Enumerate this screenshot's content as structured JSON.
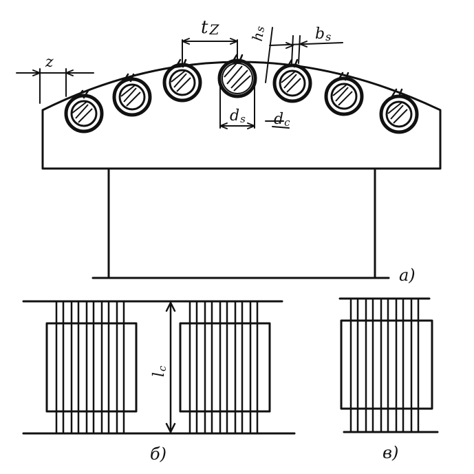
{
  "labels": {
    "z": "z",
    "tz": "t",
    "tz_sub": "Z",
    "hs": "h",
    "hs_sub": "s",
    "bs": "b",
    "bs_sub": "s",
    "ds": "d",
    "ds_sub": "s",
    "dc": "d",
    "dc_sub": "c",
    "lc": "l",
    "lc_sub": "c"
  },
  "panels": {
    "a": "a)",
    "b": "б)",
    "c": "в)"
  },
  "colors": {
    "ink": "#111111",
    "paper": "#ffffff"
  }
}
